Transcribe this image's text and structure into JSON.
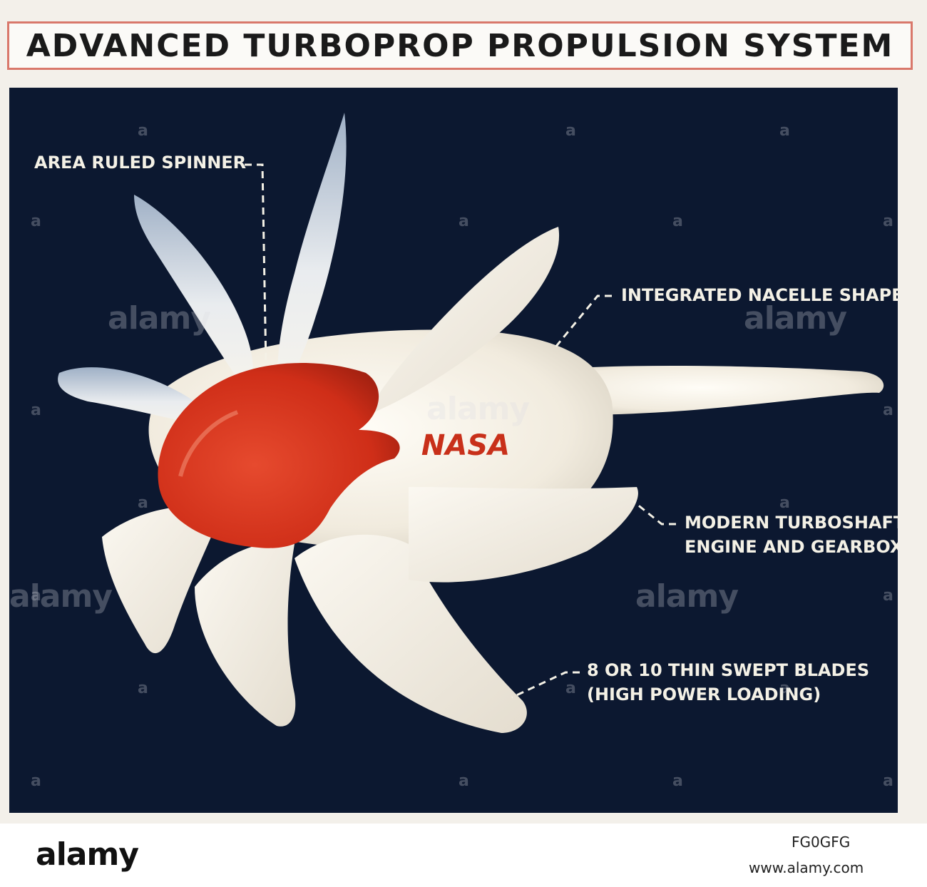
{
  "title": "ADVANCED TURBOPROP PROPULSION SYSTEM",
  "callouts": {
    "spinner": "AREA RULED SPINNER",
    "nacelle": "INTEGRATED NACELLE SHAPE",
    "engine_line1": "MODERN TURBOSHAFT",
    "engine_line2": "ENGINE AND GEARBOX",
    "blades_line1": "8 OR 10 THIN SWEPT BLADES",
    "blades_line2": "(HIGH POWER LOADING)"
  },
  "model_logo": "NASA",
  "watermark": "alamy",
  "footer": {
    "logo": "alamy",
    "image_id": "FG0GFG",
    "url": "www.alamy.com"
  },
  "colors": {
    "background": "#0c1830",
    "spinner": "#d0321c",
    "model_body": "#f4efe4",
    "title_border": "#d9786b"
  }
}
